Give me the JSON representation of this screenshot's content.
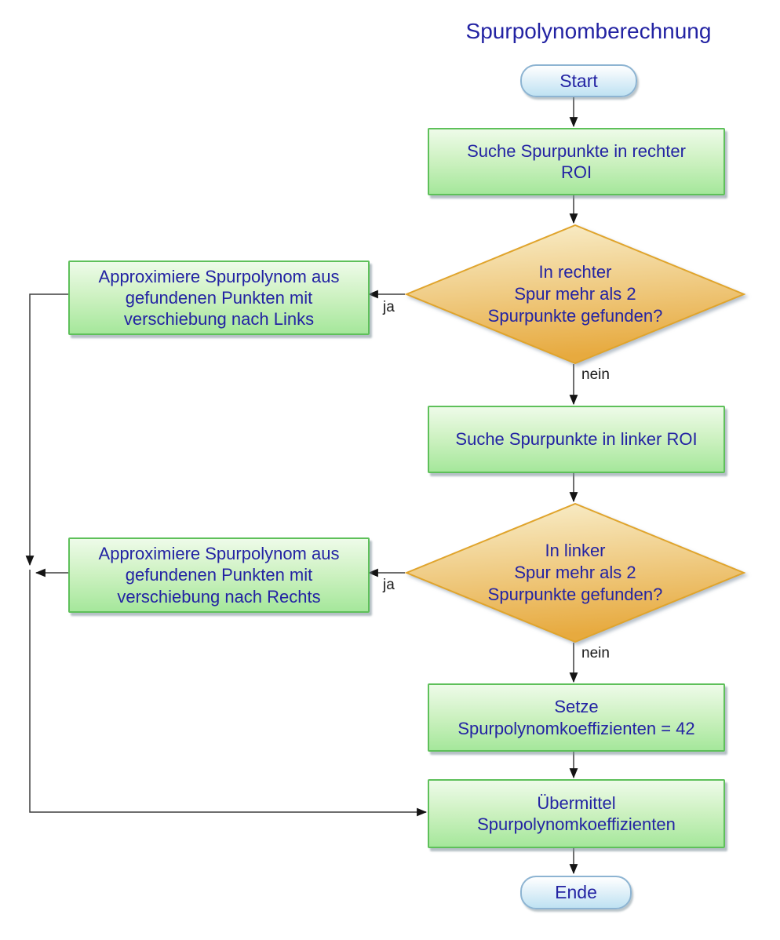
{
  "title": "Spurpolynomberechnung",
  "nodes": {
    "start": {
      "type": "terminal",
      "label": "Start"
    },
    "search_right": {
      "type": "process",
      "label": "Suche Spurpunkte in rechter\nROI"
    },
    "decision_right": {
      "type": "decision",
      "label": "In rechter\nSpur mehr als 2\nSpurpunkte gefunden?"
    },
    "approx_left": {
      "type": "process",
      "label": "Approximiere Spurpolynom aus\ngefundenen Punkten mit\nverschiebung nach Links"
    },
    "search_left": {
      "type": "process",
      "label": "Suche Spurpunkte in linker ROI"
    },
    "decision_left": {
      "type": "decision",
      "label": "In linker\nSpur mehr als 2\nSpurpunkte gefunden?"
    },
    "approx_right": {
      "type": "process",
      "label": "Approximiere Spurpolynom aus\ngefundenen Punkten mit\nverschiebung nach Rechts"
    },
    "set_coeff": {
      "type": "process",
      "label": "Setze\nSpurpolynomkoeffizienten = 42"
    },
    "transmit": {
      "type": "process",
      "label": "Übermittel\nSpurpolynomkoeffizienten"
    },
    "end": {
      "type": "terminal",
      "label": "Ende"
    }
  },
  "edges": [
    {
      "from": "start",
      "to": "search_right",
      "label": ""
    },
    {
      "from": "search_right",
      "to": "decision_right",
      "label": ""
    },
    {
      "from": "decision_right",
      "to": "approx_left",
      "label": "ja"
    },
    {
      "from": "decision_right",
      "to": "search_left",
      "label": "nein"
    },
    {
      "from": "approx_left",
      "to": "transmit",
      "label": ""
    },
    {
      "from": "search_left",
      "to": "decision_left",
      "label": ""
    },
    {
      "from": "decision_left",
      "to": "approx_right",
      "label": "ja"
    },
    {
      "from": "decision_left",
      "to": "set_coeff",
      "label": "nein"
    },
    {
      "from": "approx_right",
      "to": "transmit",
      "label": ""
    },
    {
      "from": "set_coeff",
      "to": "transmit",
      "label": ""
    },
    {
      "from": "transmit",
      "to": "end",
      "label": ""
    }
  ],
  "colors": {
    "diagram_text": "#2323a3",
    "process_border": "#5ec05a",
    "process_fill_top": "#eefbe9",
    "process_fill_bottom": "#a5e79b",
    "decision_border": "#e0a42c",
    "decision_fill_top": "#f9f0cf",
    "decision_fill_bottom": "#e7aa3f",
    "terminal_border": "#8db4d2",
    "terminal_fill_top": "#ffffff",
    "terminal_fill_bottom": "#bfe2f2",
    "connector": "#3f3f3f",
    "edge_label_text": "#1a1a1a"
  }
}
